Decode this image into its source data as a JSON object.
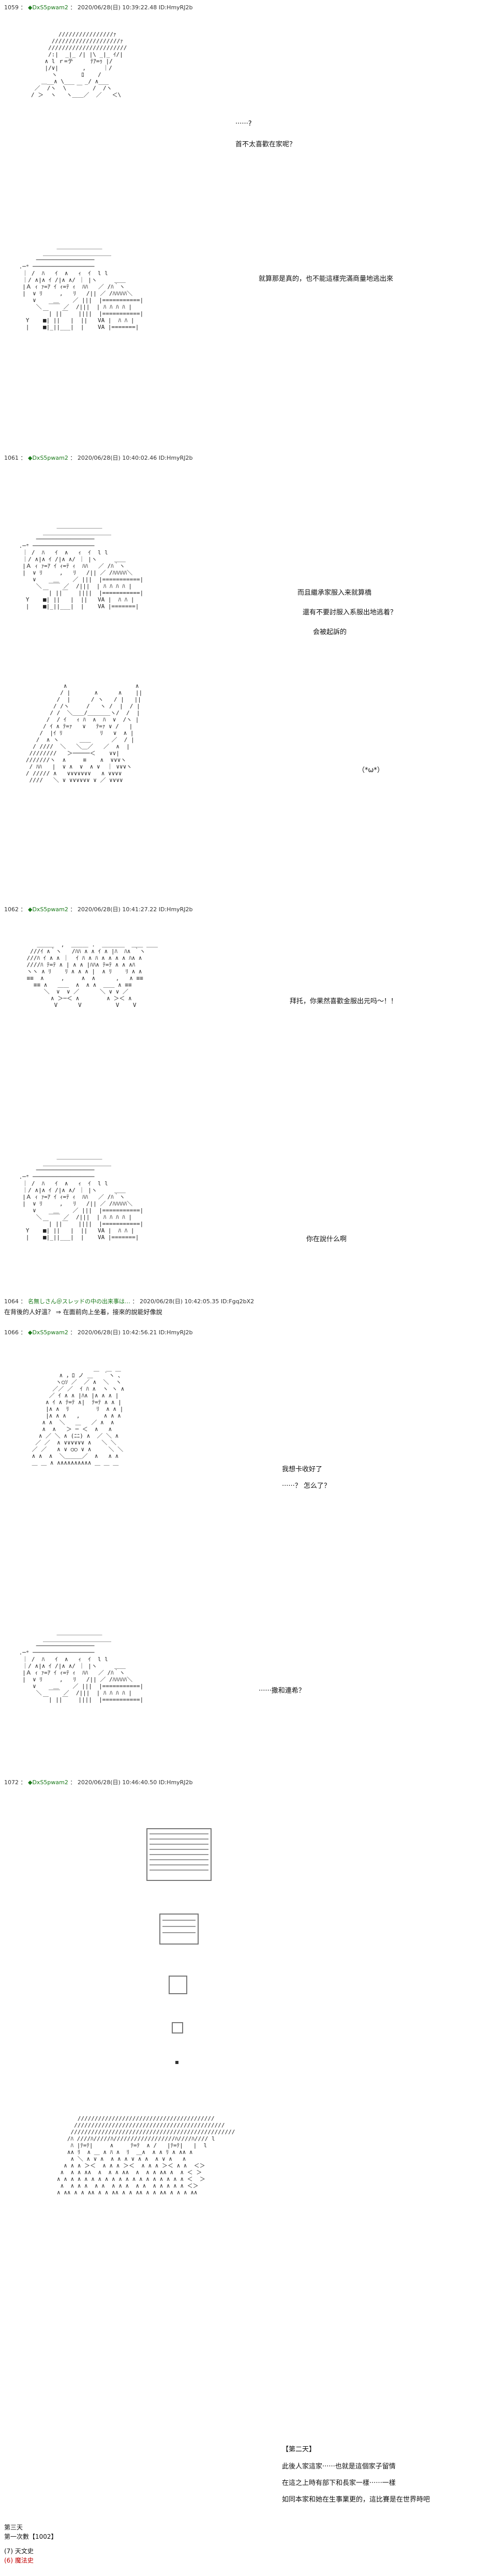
{
  "posts": [
    {
      "header": {
        "num": "1059",
        "name": "◆DxS5pwam2",
        "datetime": "2020/06/28(日) 10:39:22.48",
        "id": "ID:HmyRJ2b"
      },
      "lines": [
        "······?",
        "首不太喜歡在家呢？"
      ]
    },
    {
      "header": {
        "num": "",
        "name": "",
        "datetime": "",
        "id": ""
      },
      "lines": [
        "就算那是真的，也不能這樣完滿商量地逃出來"
      ]
    },
    {
      "header": {
        "num": "1061",
        "name": "◆DxS5pwam2",
        "datetime": "2020/06/28(日) 10:40:02.46",
        "id": "ID:HmyRJ2b"
      },
      "lines": [
        "而且繼承家服入来就算橋",
        "還有不要討服入系服出地逃着？",
        "会被起訴的"
      ]
    },
    {
      "header": {
        "num": "",
        "name": "",
        "datetime": "",
        "id": ""
      },
      "lines": [
        "（*ω*）"
      ]
    },
    {
      "header": {
        "num": "1062",
        "name": "◆DxS5pwam2",
        "datetime": "2020/06/28(日) 10:41:27.22",
        "id": "ID:HmyRJ2b"
      },
      "lines": [
        "拜托，你果然喜歡金服出元吗～！！"
      ]
    },
    {
      "header": {
        "num": "",
        "name": "",
        "datetime": "",
        "id": ""
      },
      "lines": [
        "你在說什么啊"
      ]
    },
    {
      "header": {
        "num": "1064",
        "name": "名無しさん＠スレッドの中の出来事は…",
        "datetime": "2020/06/28(日) 10:42:05.35",
        "id": "ID:Fgq2bX2"
      },
      "lines": [
        "在背後的人好溫？ ⇒ 在面前向上坐着，接來的說能好像說"
      ]
    },
    {
      "header": {
        "num": "1066",
        "name": "◆DxS5pwam2",
        "datetime": "2020/06/28(日) 10:42:56.21",
        "id": "ID:HmyRJ2b"
      },
      "lines": [
        "我想卡收好了",
        "······？ 怎么了？"
      ]
    },
    {
      "header": {
        "num": "",
        "name": "",
        "datetime": "",
        "id": ""
      },
      "lines": [
        "······撒和連希？"
      ]
    },
    {
      "header": {
        "num": "1072",
        "name": "◆DxS5pwam2",
        "datetime": "2020/06/28(日) 10:46:40.50",
        "id": "ID:HmyRJ2b"
      },
      "lines": [
        "【第二天】",
        "此後人家這家······也就是這個家子留情",
        "在這之上時有部下和長家一樣······一樣",
        "如同本家和她在生事業更的，這比賽是在世界時吧"
      ]
    }
  ],
  "footer": {
    "title": "第三天",
    "subtitle": "第一次數【1002】",
    "items": [
      {
        "mark": "(7)",
        "text": "天文史",
        "color": "#222222"
      },
      {
        "mark": "(6)",
        "text": "魔法史",
        "color": "#c00000"
      }
    ]
  }
}
